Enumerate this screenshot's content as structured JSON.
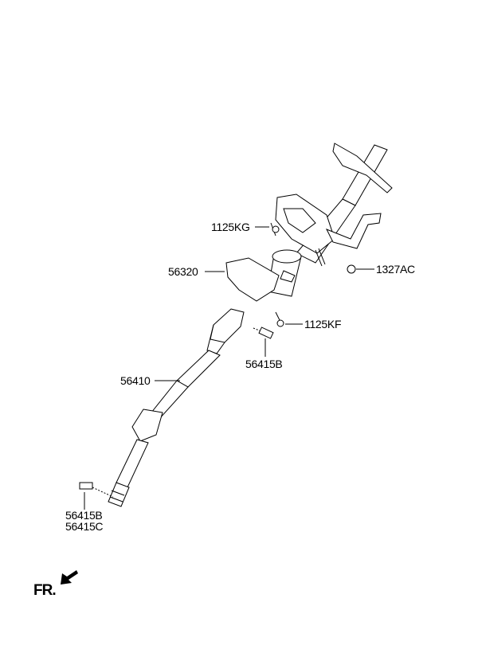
{
  "parts": {
    "bolt_upper": "1125KG",
    "bracket": "56320",
    "nut": "1327AC",
    "bolt_lower": "1125KF",
    "shaft_bolt": "56415B",
    "intermediate_shaft": "56410",
    "lower_bolt_b": "56415B",
    "lower_bolt_c": "56415C"
  },
  "direction": {
    "label": "FR."
  },
  "colors": {
    "line": "#000000",
    "background": "#ffffff"
  }
}
